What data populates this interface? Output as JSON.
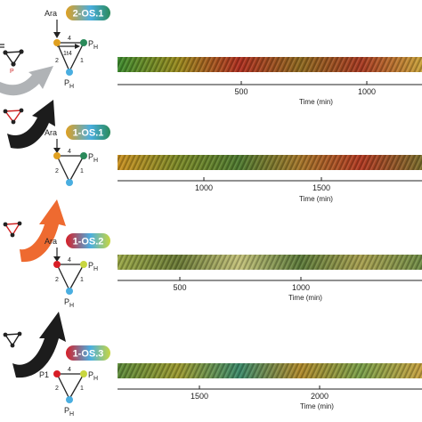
{
  "panels": [
    {
      "circuit_label": "2-OS.1",
      "input_label": "Ara",
      "node_right_label": "P",
      "node_right_sub": "H",
      "node_bottom_label": "P",
      "node_bottom_sub": "H",
      "edge_top_label": "4",
      "edge_mid_label": "1t4",
      "edge_left_label": "2",
      "edge_right_label": "1",
      "arrow_color": "#b0b3b6",
      "node_left_color": "#e0a020",
      "node_right_color": "#2a8a5a",
      "node_bottom_color": "#4aaee0",
      "axis_ticks": [
        "500",
        "1000"
      ],
      "axis_title": "Time (min)",
      "strip_colors": [
        "#3d8a2e",
        "#9a8a1e",
        "#b03020",
        "#8e6a20",
        "#a83a22",
        "#c9a33a"
      ]
    },
    {
      "circuit_label": "1-OS.1",
      "input_label": "Ara",
      "node_right_label": "P",
      "node_right_sub": "H",
      "node_bottom_label": "P",
      "node_bottom_sub": "H",
      "edge_top_label": "4",
      "edge_mid_label": "",
      "edge_left_label": "2",
      "edge_right_label": "1",
      "arrow_color": "#1c1c1c",
      "node_left_color": "#e0a020",
      "node_right_color": "#2a8a5a",
      "node_bottom_color": "#4aaee0",
      "axis_ticks": [
        "1000",
        "1500"
      ],
      "axis_title": "Time (min)",
      "strip_colors": [
        "#c99020",
        "#7c8a28",
        "#4e7a30",
        "#a5762a",
        "#b23a22",
        "#7a6e2c"
      ]
    },
    {
      "circuit_label": "1-OS.2",
      "input_label": "Ara",
      "node_right_label": "P",
      "node_right_sub": "H",
      "node_bottom_label": "P",
      "node_bottom_sub": "H",
      "edge_top_label": "4",
      "edge_mid_label": "",
      "edge_left_label": "2",
      "edge_right_label": "1",
      "arrow_color": "#ee6a30",
      "node_left_color": "#d81e26",
      "node_right_color": "#c8d640",
      "node_bottom_color": "#4aaee0",
      "axis_ticks": [
        "500",
        "1000"
      ],
      "axis_title": "Time (min)",
      "strip_colors": [
        "#9aa848",
        "#6a7a36",
        "#c4c27a",
        "#5c7a3a",
        "#a8a050",
        "#6f8c46"
      ]
    },
    {
      "circuit_label": "1-OS.3",
      "input_label": "P1",
      "node_right_label": "P",
      "node_right_sub": "H",
      "node_bottom_label": "P",
      "node_bottom_sub": "H",
      "edge_top_label": "4",
      "edge_mid_label": "",
      "edge_left_label": "2",
      "edge_right_label": "1",
      "arrow_color": "#1c1c1c",
      "node_left_color": "#d81e26",
      "node_right_color": "#c8d640",
      "node_bottom_color": "#4aaee0",
      "axis_ticks": [
        "1500",
        "2000"
      ],
      "axis_title": "Time (min)",
      "strip_colors": [
        "#5c8a3a",
        "#9c9a30",
        "#3c8a6a",
        "#b08a2c",
        "#7aa04a",
        "#c8a240"
      ]
    }
  ]
}
